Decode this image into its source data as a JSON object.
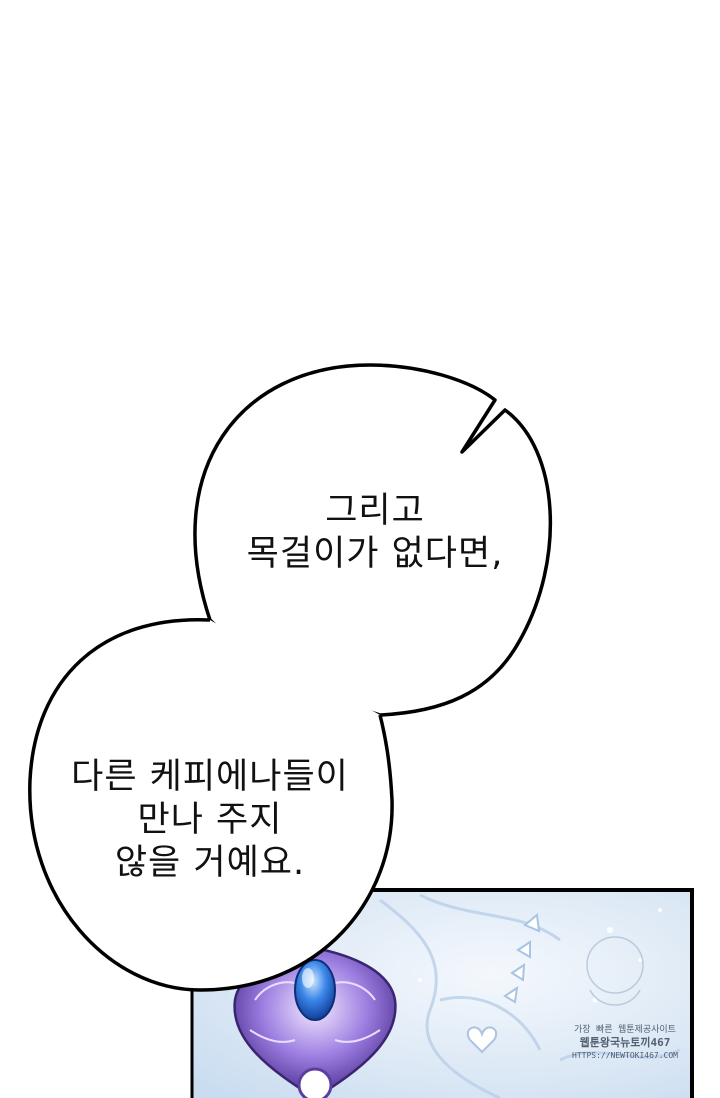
{
  "bubble_top": {
    "lines": [
      "그리고",
      "목걸이가 없다면,"
    ]
  },
  "bubble_bottom": {
    "lines": [
      "다른 케피에나들이",
      "만나 주지",
      "않을 거예요."
    ]
  },
  "watermark": {
    "line1": "가장 빠른 웹툰제공사이트",
    "line2": "웹툰왕국뉴토끼467",
    "line3": "HTTPS://NEWTOKI467.COM"
  },
  "colors": {
    "panel_bg": "#dfeaf6",
    "frame": "#000000",
    "jewel_purple": "#8c6fd6",
    "jewel_blue": "#2f6fd8"
  }
}
